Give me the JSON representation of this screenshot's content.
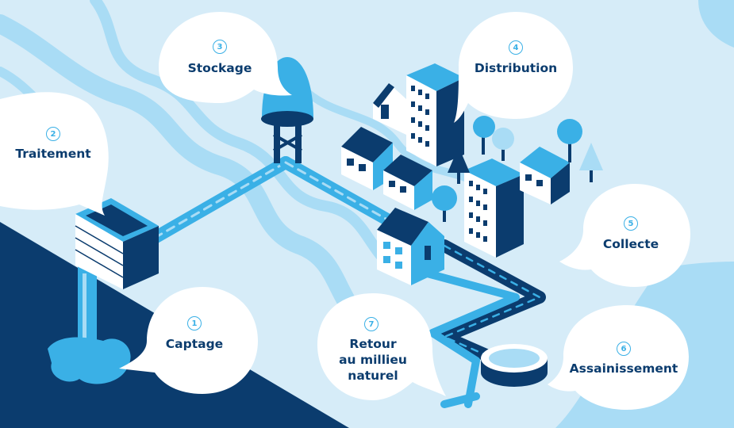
{
  "steps": [
    {
      "number": "1",
      "label": "Captage"
    },
    {
      "number": "2",
      "label": "Traitement"
    },
    {
      "number": "3",
      "label": "Stockage"
    },
    {
      "number": "4",
      "label": "Distribution"
    },
    {
      "number": "5",
      "label": "Collecte"
    },
    {
      "number": "6",
      "label": "Assainissement"
    },
    {
      "number": "7",
      "label_lines": [
        "Retour",
        "au millieu",
        "naturel"
      ]
    }
  ],
  "colors": {
    "background": "#d6ecf8",
    "river": "#a9dcf5",
    "dark_navy": "#0b3c6e",
    "accent_blue": "#3ab0e6",
    "white": "#ffffff"
  },
  "icons": [
    "river",
    "treatment-plant",
    "water-tower",
    "buildings",
    "houses",
    "trees",
    "pipes",
    "wastewater-tank",
    "water-source"
  ]
}
